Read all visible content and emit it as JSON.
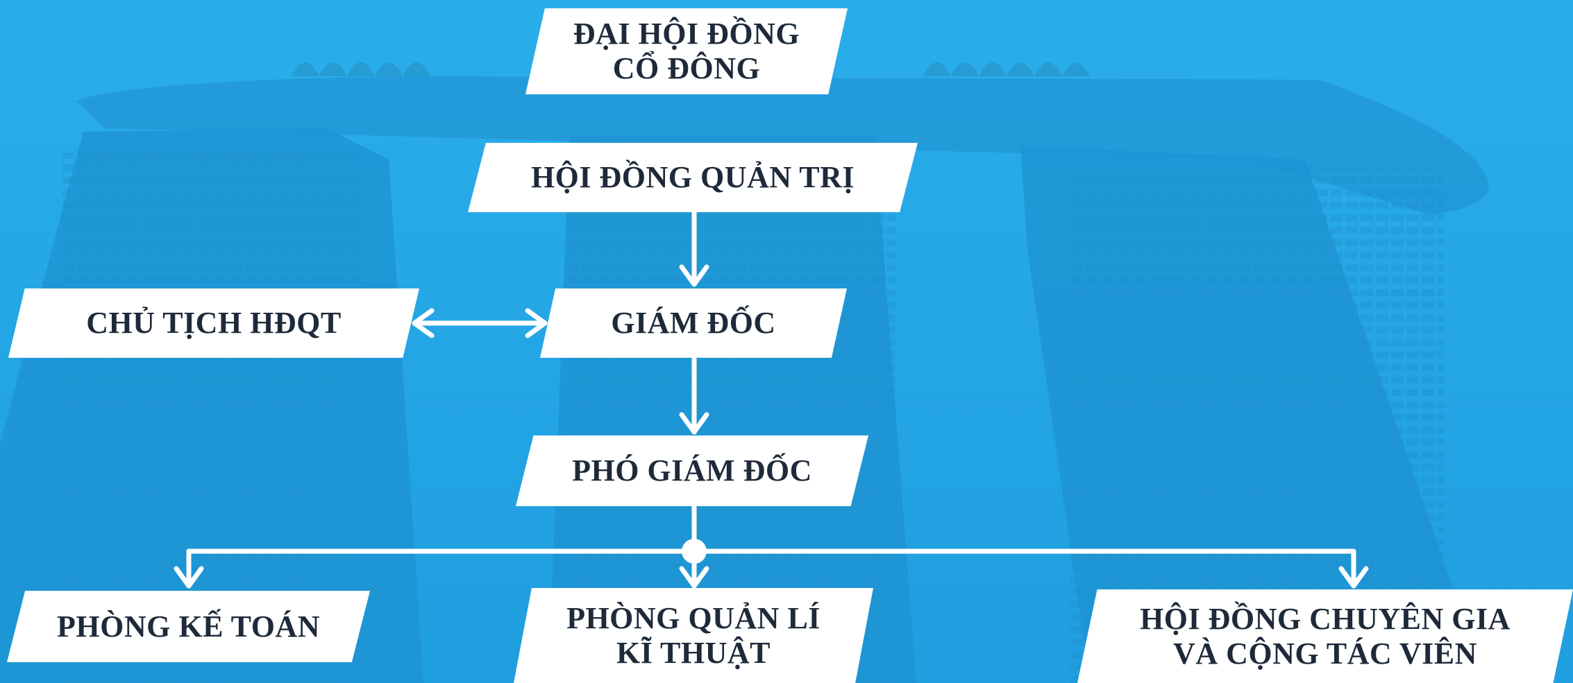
{
  "colors": {
    "background": "#27a8e6",
    "box_fill": "#ffffff",
    "box_text": "#1e2a3a",
    "connector": "#ffffff"
  },
  "nodes": {
    "shareholders": "ĐẠI HỘI ĐỒNG\nCỔ ĐÔNG",
    "board": "HỘI ĐỒNG QUẢN TRỊ",
    "chairman": "CHỦ TỊCH HĐQT",
    "director": "GIÁM ĐỐC",
    "deputy_director": "PHÓ GIÁM ĐỐC",
    "accounting": "PHÒNG KẾ TOÁN",
    "technical": "PHÒNG QUẢN LÍ\nKĨ THUẬT",
    "experts": "HỘI ĐỒNG CHUYÊN GIA\nVÀ CỘNG TÁC VIÊN"
  },
  "edges": [
    {
      "from": "board",
      "to": "director",
      "type": "arrow"
    },
    {
      "from": "chairman",
      "to": "director",
      "type": "double-arrow"
    },
    {
      "from": "director",
      "to": "deputy_director",
      "type": "arrow"
    },
    {
      "from": "deputy_director",
      "to": "accounting",
      "type": "arrow"
    },
    {
      "from": "deputy_director",
      "to": "technical",
      "type": "arrow"
    },
    {
      "from": "deputy_director",
      "to": "experts",
      "type": "arrow"
    }
  ]
}
